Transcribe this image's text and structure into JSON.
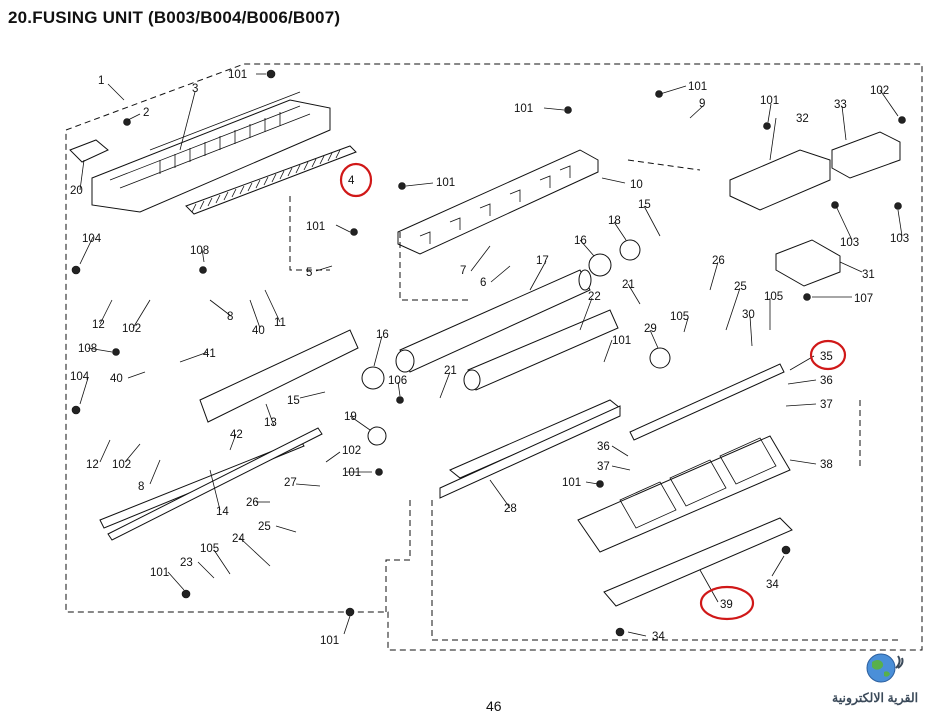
{
  "title": "20.FUSING UNIT (B003/B004/B006/B007)",
  "page_number": "46",
  "watermark_text": "القرية الالكترونية",
  "highlight_color": "#d01818",
  "callouts": [
    "1",
    "2",
    "3",
    "101",
    "20",
    "4",
    "101",
    "101",
    "5",
    "7",
    "6",
    "101",
    "9",
    "10",
    "101",
    "32",
    "33",
    "102",
    "103",
    "103",
    "31",
    "107",
    "104",
    "108",
    "12",
    "102",
    "8",
    "40",
    "11",
    "41",
    "108",
    "40",
    "13",
    "15",
    "16",
    "106",
    "19",
    "17",
    "22",
    "18",
    "15",
    "16",
    "21",
    "26",
    "25",
    "105",
    "30",
    "35",
    "36",
    "37",
    "21",
    "101",
    "29",
    "105",
    "104",
    "12",
    "102",
    "8",
    "42",
    "14",
    "102",
    "101",
    "26",
    "27",
    "25",
    "24",
    "23",
    "105",
    "101",
    "101",
    "28",
    "36",
    "37",
    "101",
    "38",
    "34",
    "39",
    "34",
    "101"
  ],
  "highlighted": [
    "4",
    "35",
    "39"
  ]
}
